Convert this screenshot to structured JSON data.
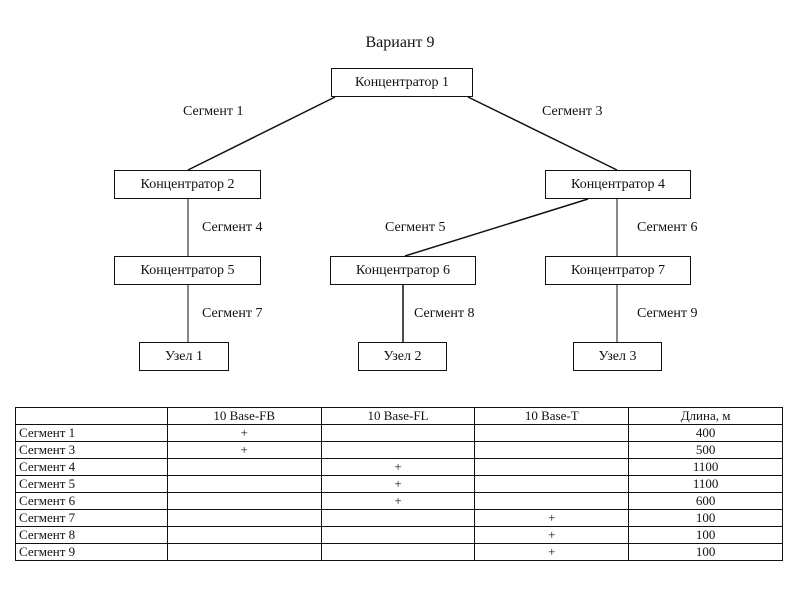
{
  "title": "Вариант 9",
  "nodes": {
    "hub1": "Концентратор 1",
    "hub2": "Концентратор 2",
    "hub4": "Концентратор 4",
    "hub5": "Концентратор 5",
    "hub6": "Концентратор 6",
    "hub7": "Концентратор 7",
    "node1": "Узел 1",
    "node2": "Узел 2",
    "node3": "Узел 3"
  },
  "segments": {
    "s1": "Сегмент 1",
    "s3": "Сегмент 3",
    "s4": "Сегмент 4",
    "s5": "Сегмент 5",
    "s6": "Сегмент 6",
    "s7": "Сегмент 7",
    "s8": "Сегмент 8",
    "s9": "Сегмент 9"
  },
  "table": {
    "headers": [
      "",
      "10 Base-FB",
      "10 Base-FL",
      "10 Base-T",
      "Длина, м"
    ],
    "rows": [
      {
        "segment": "Сегмент 1",
        "fb": "+",
        "fl": "",
        "t": "",
        "length": "400"
      },
      {
        "segment": "Сегмент 3",
        "fb": "+",
        "fl": "",
        "t": "",
        "length": "500"
      },
      {
        "segment": "Сегмент 4",
        "fb": "",
        "fl": "+",
        "t": "",
        "length": "1100"
      },
      {
        "segment": "Сегмент 5",
        "fb": "",
        "fl": "+",
        "t": "",
        "length": "1100"
      },
      {
        "segment": "Сегмент 6",
        "fb": "",
        "fl": "+",
        "t": "",
        "length": "600"
      },
      {
        "segment": "Сегмент 7",
        "fb": "",
        "fl": "",
        "t": "+",
        "length": "100"
      },
      {
        "segment": "Сегмент 8",
        "fb": "",
        "fl": "",
        "t": "+",
        "length": "100"
      },
      {
        "segment": "Сегмент 9",
        "fb": "",
        "fl": "",
        "t": "+",
        "length": "100"
      }
    ]
  }
}
